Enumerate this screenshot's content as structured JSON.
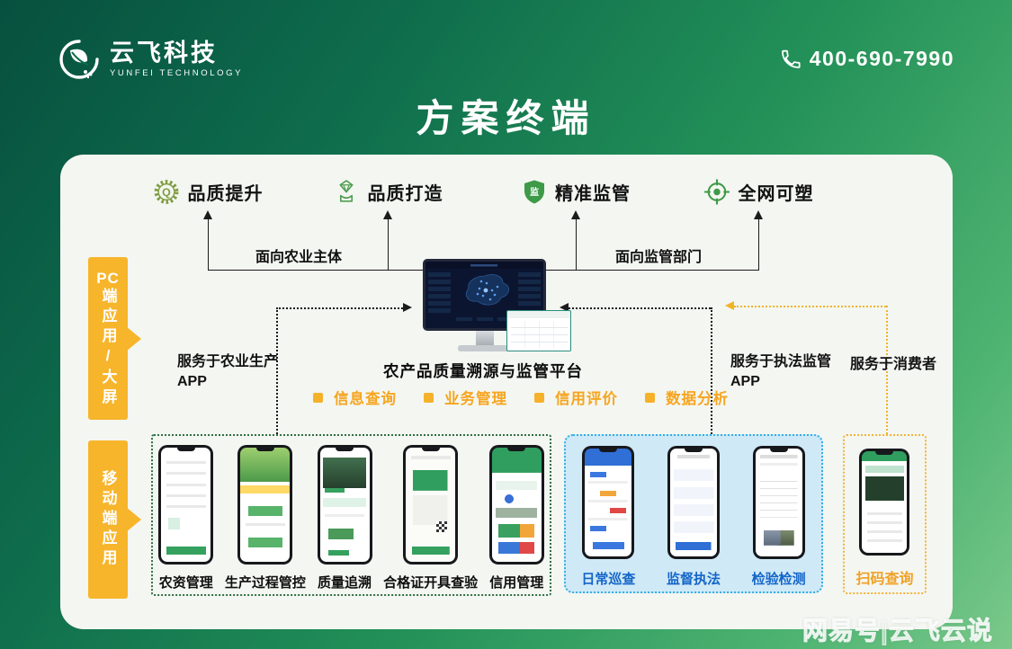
{
  "header": {
    "logo": {
      "cn": "云飞科技",
      "en": "YUNFEI TECHNOLOGY"
    },
    "phone": "400-690-7990",
    "title": "方案终端"
  },
  "benefits": [
    {
      "label": "品质提升",
      "icon": "gear-quality-icon"
    },
    {
      "label": "品质打造",
      "icon": "diamond-quality-icon"
    },
    {
      "label": "精准监管",
      "icon": "shield-supervision-icon",
      "badge": "监"
    },
    {
      "label": "全网可塑",
      "icon": "target-network-icon"
    }
  ],
  "flow": {
    "left_arrow_label": "面向农业主体",
    "right_arrow_label": "面向监管部门"
  },
  "platform": {
    "caption": "农产品质量溯源与监管平台",
    "features": [
      "信息查询",
      "业务管理",
      "信用评价",
      "数据分析"
    ]
  },
  "banners": {
    "pc": {
      "prefix": "PC",
      "rest": "端应用/大屏"
    },
    "mobile": "移动端应用"
  },
  "services": {
    "farm": {
      "line1": "服务于农业生产",
      "line2": "APP"
    },
    "law": {
      "line1": "服务于执法监管",
      "line2": "APP"
    },
    "consumer": "服务于消费者"
  },
  "groups": {
    "agriculture": {
      "labels": [
        "农资管理",
        "生产过程管控",
        "质量追溯",
        "合格证开具查验",
        "信用管理"
      ]
    },
    "supervision": {
      "labels": [
        "日常巡查",
        "监督执法",
        "检验检测"
      ]
    },
    "consumer": {
      "labels": [
        "扫码查询"
      ]
    }
  },
  "watermark": "网易号|云飞云说",
  "colors": {
    "brand_green_dark": "#07503f",
    "brand_green_light": "#7bc98b",
    "accent_yellow": "#f7b52c",
    "feature_orange": "#f6a51f",
    "supervision_blue": "#1465c8",
    "group_green_border": "#2f6e43",
    "group_blue_bg": "#cfe9f7",
    "group_blue_border": "#35aee2"
  }
}
